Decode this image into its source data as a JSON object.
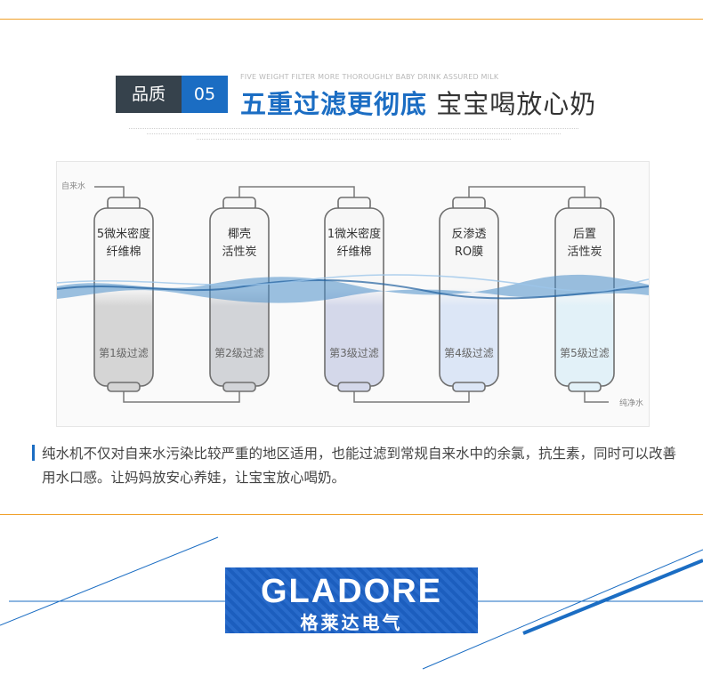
{
  "header": {
    "badge_label": "品质",
    "badge_number": "05",
    "subtitle": "FIVE WEIGHT FILTER MORE THOROUGHLY BABY DRINK ASSURED MILK",
    "title_highlight": "五重过滤更彻底",
    "title_rest": "宝宝喝放心奶"
  },
  "diagram": {
    "inlet_label": "自来水",
    "outlet_label": "纯净水",
    "stages": [
      {
        "name_line1": "5微米密度",
        "name_line2": "纤维棉",
        "level": "第1级过滤"
      },
      {
        "name_line1": "椰壳",
        "name_line2": "活性炭",
        "level": "第2级过滤"
      },
      {
        "name_line1": "1微米密度",
        "name_line2": "纤维棉",
        "level": "第3级过滤"
      },
      {
        "name_line1": "反渗透",
        "name_line2": "RO膜",
        "level": "第4级过滤"
      },
      {
        "name_line1": "后置",
        "name_line2": "活性炭",
        "level": "第5级过滤"
      }
    ],
    "colors": {
      "stage_fills": [
        "#d5d5d5",
        "#d2d4d8",
        "#d4d8ea",
        "#dce6f6",
        "#e2f1f8"
      ],
      "water": "#4a8ec9"
    }
  },
  "description": "纯水机不仅对自来水污染比较严重的地区适用，也能过滤到常规自来水中的余氯，抗生素，同时可以改善用水口感。让妈妈放安心养娃，让宝宝放心喝奶。",
  "logo": {
    "text_en": "GLADORE",
    "text_cn": "格莱达电气",
    "color": "#1d63c8"
  },
  "colors": {
    "accent": "#1b6dc3",
    "divider": "#f0a02a",
    "badge_dark": "#36424c"
  }
}
